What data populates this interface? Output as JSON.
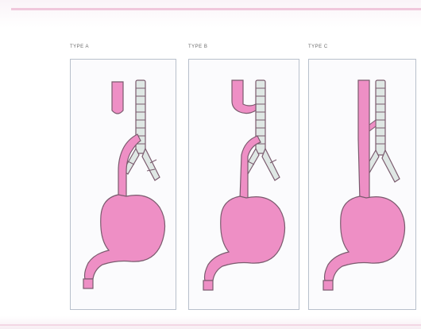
{
  "figure": {
    "panels": [
      {
        "label": "TYPE A"
      },
      {
        "label": "TYPE B"
      },
      {
        "label": "TYPE C"
      }
    ]
  },
  "colors": {
    "organ_fill": "#ee8fc5",
    "organ_outline": "#7a5b6e",
    "trachea_fill": "#dfe7e4",
    "panel_border": "#b8c0cc"
  }
}
